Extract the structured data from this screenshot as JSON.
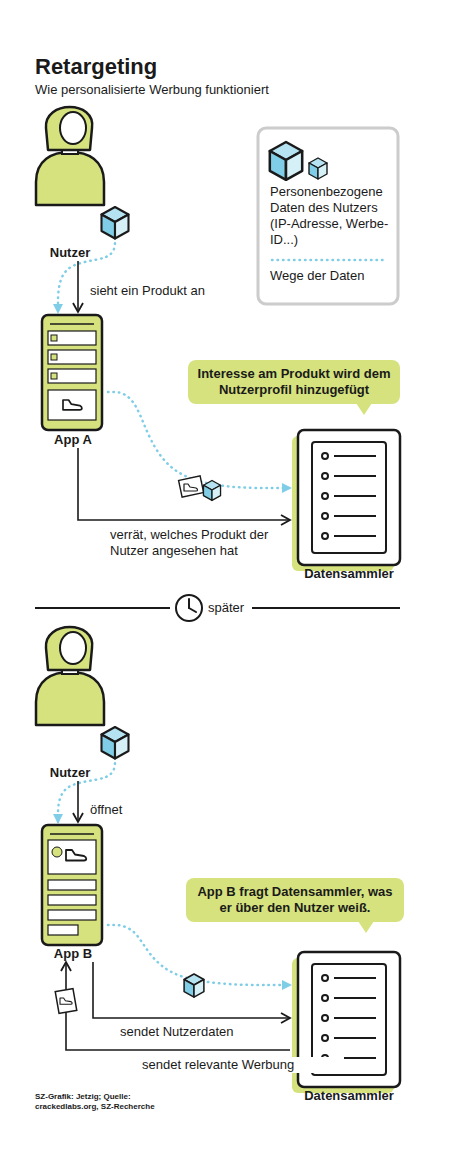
{
  "diagram": {
    "title": "Retargeting",
    "caption": "SZ-Grafik: Jetzig; Quelle: crackedlabs.org, SZ-Recherche",
    "nodes": [
      {
        "text": [
          "Nutzer"
        ]
      },
      {
        "text": [
          "App A"
        ]
      },
      {
        "text": [
          "Interesse am Produkt wird dem Nutzerprofil hinzugefügt"
        ]
      },
      {
        "text": [
          "Datensammler"
        ]
      },
      {
        "text": [
          "Nutzer"
        ]
      },
      {
        "text": [
          "App B"
        ]
      },
      {
        "text": [
          "App B fragt Datensammler, was er über den Nutzer weiß."
        ]
      },
      {
        "text": [
          "Datensammler"
        ]
      }
    ],
    "edges": [
      {
        "from": 0,
        "to": 1,
        "arrow": "to"
      },
      {
        "from": 0,
        "to": 1,
        "label": "sieht ein Produkt an",
        "arrow": "to"
      },
      {
        "from": 1,
        "to": 3,
        "arrow": "to"
      },
      {
        "from": 1,
        "to": 3,
        "label": "verrät, welches Produkt der Nutzer angesehen hat",
        "arrow": "to"
      },
      {
        "from": 4,
        "to": 5,
        "arrow": "to"
      },
      {
        "from": 4,
        "to": 5,
        "label": "öffnet",
        "arrow": "to"
      },
      {
        "from": 5,
        "to": 7,
        "arrow": "to"
      },
      {
        "from": 5,
        "to": 7,
        "label": "sendet Nutzerdaten",
        "arrow": "to"
      },
      {
        "from": 7,
        "to": 5,
        "label": "sendet relevante Werbung",
        "arrow": "to"
      }
    ],
    "labels": [
      "Wie personalisierte Werbung funktioniert",
      "später"
    ],
    "legend": [
      {
        "text": "Personenbezogene Daten des Nutzers (IP-Adresse, Werbe-ID...)"
      },
      {
        "text": "Wege der Daten"
      }
    ]
  }
}
